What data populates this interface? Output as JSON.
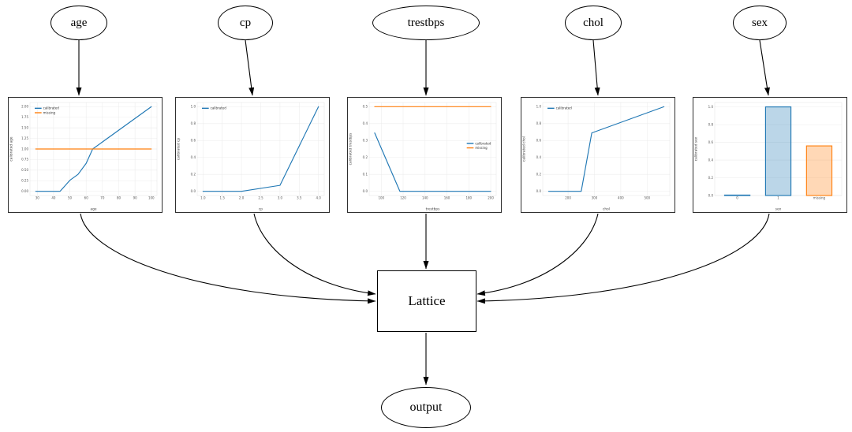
{
  "diagram": {
    "inputs": [
      {
        "label": "age"
      },
      {
        "label": "cp"
      },
      {
        "label": "trestbps"
      },
      {
        "label": "chol"
      },
      {
        "label": "sex"
      }
    ],
    "lattice_label": "Lattice",
    "output_label": "output",
    "colors": {
      "calibrated": "#1f77b4",
      "missing": "#ff7f0e",
      "edge": "#000000"
    }
  },
  "chart_data": [
    {
      "type": "line",
      "title": "",
      "xlabel": "age",
      "ylabel": "calibrated age",
      "xlim": [
        25.5,
        103.5
      ],
      "ylim": [
        -0.1,
        2.1
      ],
      "xticks": [
        30,
        40,
        50,
        60,
        70,
        80,
        90,
        100
      ],
      "xtick_labels": [
        "30",
        "40",
        "50",
        "60",
        "70",
        "80",
        "90",
        "100"
      ],
      "yticks": [
        0.0,
        0.25,
        0.5,
        0.75,
        1.0,
        1.25,
        1.5,
        1.75,
        2.0
      ],
      "ytick_labels": [
        "0.00",
        "0.25",
        "0.50",
        "0.75",
        "1.00",
        "1.25",
        "1.50",
        "1.75",
        "2.00"
      ],
      "grid": true,
      "legend": {
        "position": "tl",
        "entries": [
          {
            "label": "calibrated",
            "color": "#1f77b4"
          },
          {
            "label": "missing",
            "color": "#ff7f0e"
          }
        ]
      },
      "series": [
        {
          "name": "calibrated",
          "color": "#1f77b4",
          "points": [
            [
              29,
              0.0
            ],
            [
              44,
              0.0
            ],
            [
              50,
              0.26
            ],
            [
              55,
              0.4
            ],
            [
              60,
              0.66
            ],
            [
              64,
              1.0
            ],
            [
              100,
              2.0
            ]
          ]
        },
        {
          "name": "missing",
          "color": "#ff7f0e",
          "points": [
            [
              29,
              1.0
            ],
            [
              100,
              1.0
            ]
          ]
        }
      ]
    },
    {
      "type": "line",
      "title": "",
      "xlabel": "cp",
      "ylabel": "calibrated cp",
      "xlim": [
        0.85,
        4.15
      ],
      "ylim": [
        -0.05,
        1.05
      ],
      "xticks": [
        1.0,
        1.5,
        2.0,
        2.5,
        3.0,
        3.5,
        4.0
      ],
      "xtick_labels": [
        "1.0",
        "1.5",
        "2.0",
        "2.5",
        "3.0",
        "3.5",
        "4.0"
      ],
      "yticks": [
        0.0,
        0.2,
        0.4,
        0.6,
        0.8,
        1.0
      ],
      "ytick_labels": [
        "0.0",
        "0.2",
        "0.4",
        "0.6",
        "0.8",
        "1.0"
      ],
      "grid": true,
      "legend": {
        "position": "tl",
        "entries": [
          {
            "label": "calibrated",
            "color": "#1f77b4"
          }
        ]
      },
      "series": [
        {
          "name": "calibrated",
          "color": "#1f77b4",
          "points": [
            [
              1.0,
              0.0
            ],
            [
              2.0,
              0.0
            ],
            [
              3.0,
              0.07
            ],
            [
              4.0,
              1.0
            ]
          ]
        }
      ]
    },
    {
      "type": "line",
      "title": "",
      "xlabel": "trestbps",
      "ylabel": "calibrated trestbps",
      "xlim": [
        89,
        205
      ],
      "ylim": [
        -0.025,
        0.525
      ],
      "xticks": [
        100,
        120,
        140,
        160,
        180,
        200
      ],
      "xtick_labels": [
        "100",
        "120",
        "140",
        "160",
        "180",
        "200"
      ],
      "yticks": [
        0.0,
        0.1,
        0.2,
        0.3,
        0.4,
        0.5
      ],
      "ytick_labels": [
        "0.0",
        "0.1",
        "0.2",
        "0.3",
        "0.4",
        "0.5"
      ],
      "grid": true,
      "legend": {
        "position": "right",
        "entries": [
          {
            "label": "calibrated",
            "color": "#1f77b4"
          },
          {
            "label": "missing",
            "color": "#ff7f0e"
          }
        ]
      },
      "series": [
        {
          "name": "calibrated",
          "color": "#1f77b4",
          "points": [
            [
              94,
              0.345
            ],
            [
              117,
              0.0
            ],
            [
              200,
              0.0
            ]
          ]
        },
        {
          "name": "missing",
          "color": "#ff7f0e",
          "points": [
            [
              94,
              0.5
            ],
            [
              200,
              0.5
            ]
          ]
        }
      ]
    },
    {
      "type": "line",
      "title": "",
      "xlabel": "chol",
      "ylabel": "calibrated chol",
      "xlim": [
        104,
        586
      ],
      "ylim": [
        -0.05,
        1.05
      ],
      "xticks": [
        200,
        300,
        400,
        500
      ],
      "xtick_labels": [
        "200",
        "300",
        "400",
        "500"
      ],
      "yticks": [
        0.0,
        0.2,
        0.4,
        0.6,
        0.8,
        1.0
      ],
      "ytick_labels": [
        "0.0",
        "0.2",
        "0.4",
        "0.6",
        "0.8",
        "1.0"
      ],
      "grid": true,
      "legend": {
        "position": "tl",
        "entries": [
          {
            "label": "calibrated",
            "color": "#1f77b4"
          }
        ]
      },
      "series": [
        {
          "name": "calibrated",
          "color": "#1f77b4",
          "points": [
            [
              126,
              0.0
            ],
            [
              250,
              0.0
            ],
            [
              290,
              0.69
            ],
            [
              564,
              1.0
            ]
          ]
        }
      ]
    },
    {
      "type": "bar",
      "title": "",
      "xlabel": "sex",
      "ylabel": "calibrated sex",
      "categories": [
        "0",
        "1",
        "missing"
      ],
      "values": [
        0.005,
        1.0,
        0.56
      ],
      "bar_colors": [
        "#1f77b4",
        "#1f77b4",
        "#ff7f0e"
      ],
      "ylim": [
        0,
        1.05
      ],
      "yticks": [
        0.0,
        0.2,
        0.4,
        0.6,
        0.8,
        1.0
      ],
      "ytick_labels": [
        "0.0",
        "0.2",
        "0.4",
        "0.6",
        "0.8",
        "1.0"
      ],
      "grid": true,
      "legend": null
    }
  ]
}
